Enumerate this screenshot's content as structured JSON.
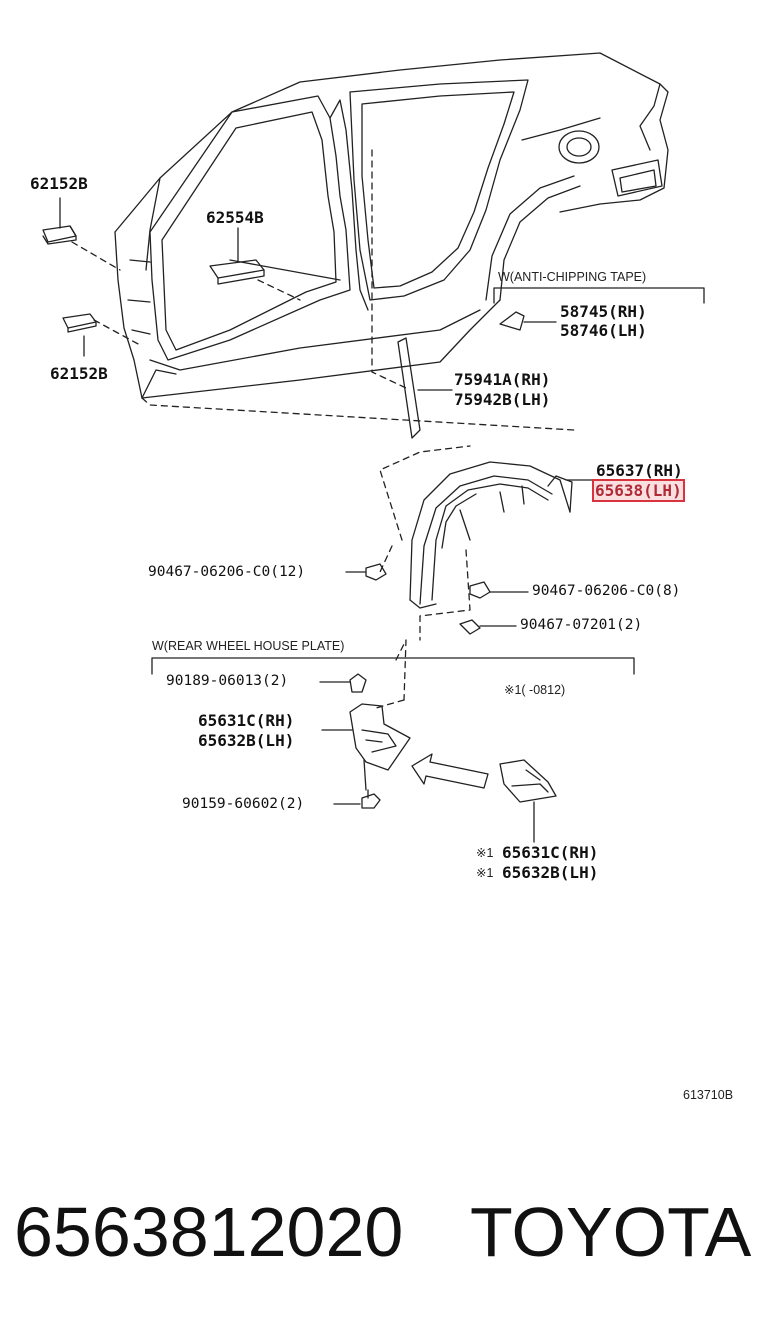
{
  "parts": {
    "p62152b_top": "62152B",
    "p62554b": "62554B",
    "p62152b_bottom": "62152B",
    "anti_chip_header": "W(ANTI-CHIPPING TAPE)",
    "p58745": "58745(RH)",
    "p58746": "58746(LH)",
    "p75941a": "75941A(RH)",
    "p75942b": "75942B(LH)",
    "p65637": "65637(RH)",
    "p65638": "65638(LH)",
    "clip_12": "90467-06206-C0(12)",
    "clip_8": "90467-06206-C0(8)",
    "clip_07201": "90467-07201(2)",
    "plate_header": "W(REAR WHEEL HOUSE PLATE)",
    "nut_06013": "90189-06013(2)",
    "note_range": "※1(    -0812)",
    "p65631c": "65631C(RH)",
    "p65632b": "65632B(LH)",
    "bolt_60602": "90159-60602(2)",
    "x1_65631c_mark": "※1",
    "x1_65631c": "65631C(RH)",
    "x1_65632b_mark": "※1",
    "x1_65632b": "65632B(LH)",
    "figure_code": "613710B"
  },
  "footer": {
    "part_number": "6563812020",
    "brand": "TOYOTA"
  }
}
